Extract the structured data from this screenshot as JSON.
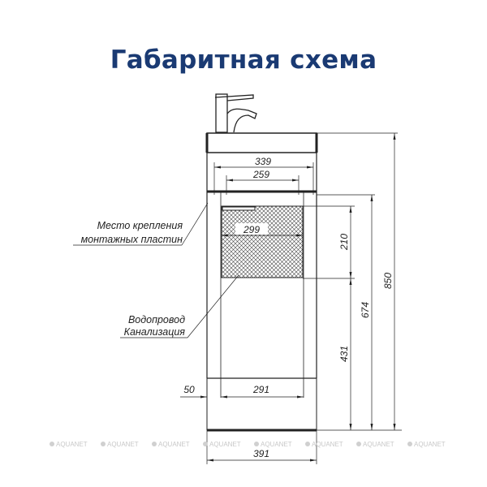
{
  "title": "Габаритная схема",
  "labels": {
    "mounting_line1": "Место крепления",
    "mounting_line2": "монтажных пластин",
    "plumbing_line1": "Водопровод",
    "plumbing_line2": "Канализация"
  },
  "dimensions": {
    "width_top_outer": "339",
    "width_top_inner": "259",
    "width_mounting": "299",
    "height_mounting_zone": "210",
    "height_total": "850",
    "height_cabinet": "674",
    "height_pipes": "431",
    "offset_left": "50",
    "width_bottom_inner": "291",
    "width_total": "391"
  },
  "watermark": {
    "text": "AQUANET",
    "count": 8
  },
  "colors": {
    "title": "#1a3a73",
    "lines": "#222222",
    "watermark": "#c8c8c8"
  }
}
